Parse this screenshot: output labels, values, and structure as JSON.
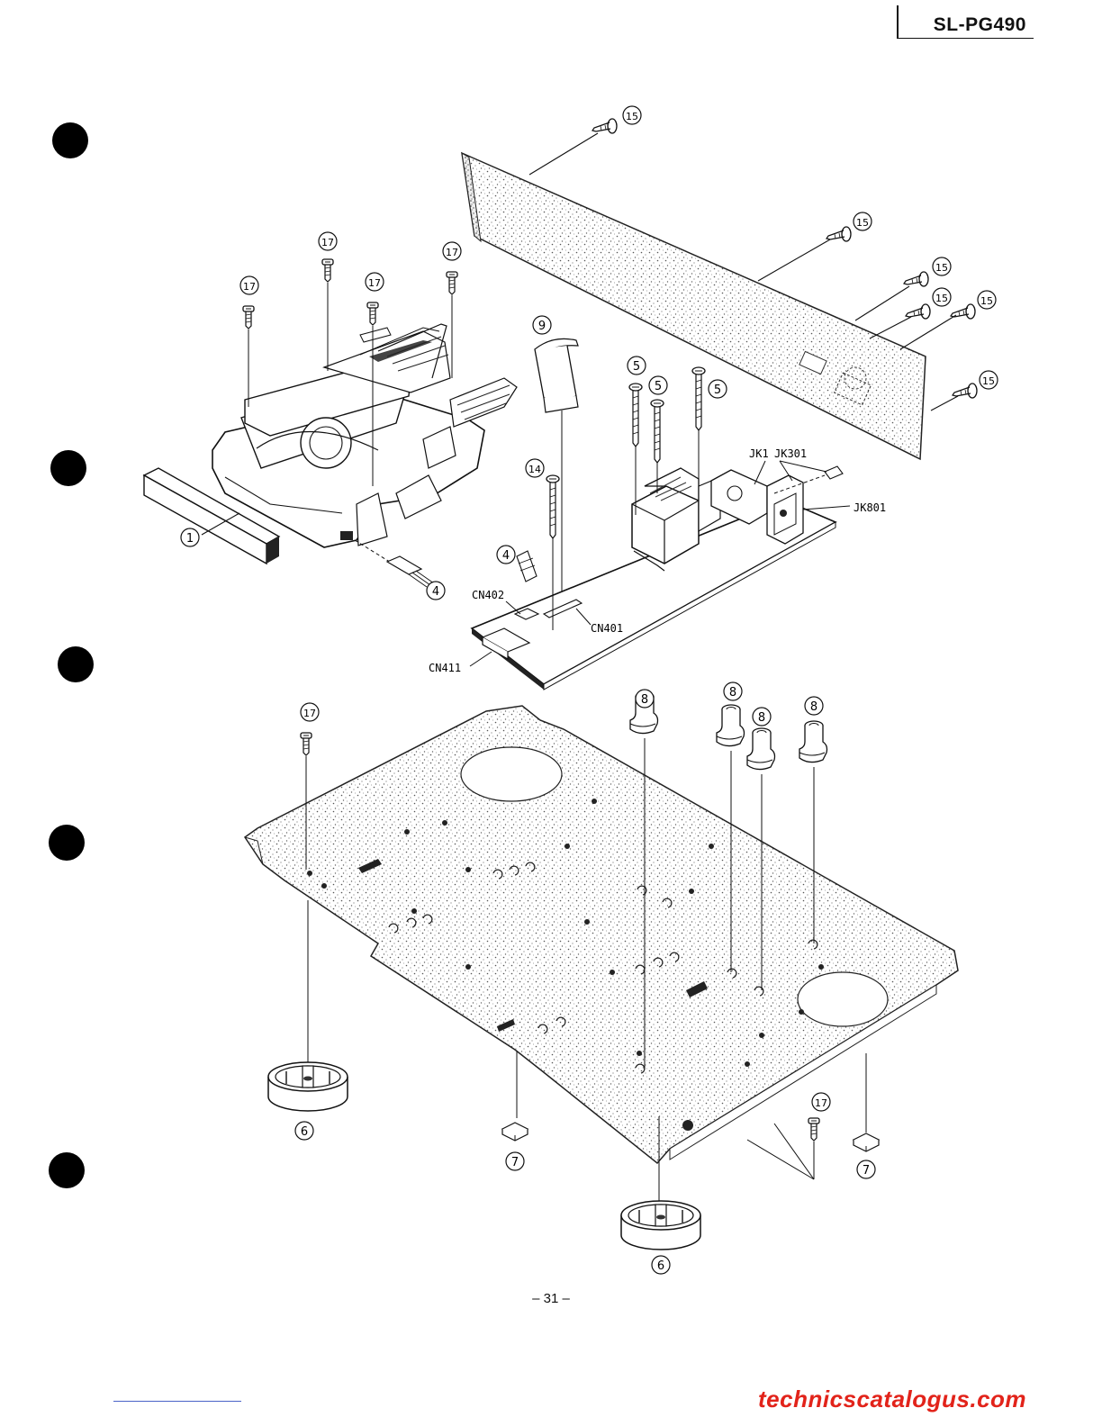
{
  "header": {
    "model": "SL-PG490"
  },
  "footer": {
    "page_number": "– 31 –",
    "website": "technicscatalogus.com"
  },
  "callouts": {
    "c1": "1",
    "c4": "4",
    "c5": "5",
    "c6": "6",
    "c7": "7",
    "c8": "8",
    "c9": "9",
    "c14": "14",
    "c15": "15",
    "c17": "17"
  },
  "connectors": {
    "jk1": "JK1",
    "jk301": "JK301",
    "jk801": "JK801",
    "cn401": "CN401",
    "cn402": "CN402",
    "cn411": "CN411"
  }
}
